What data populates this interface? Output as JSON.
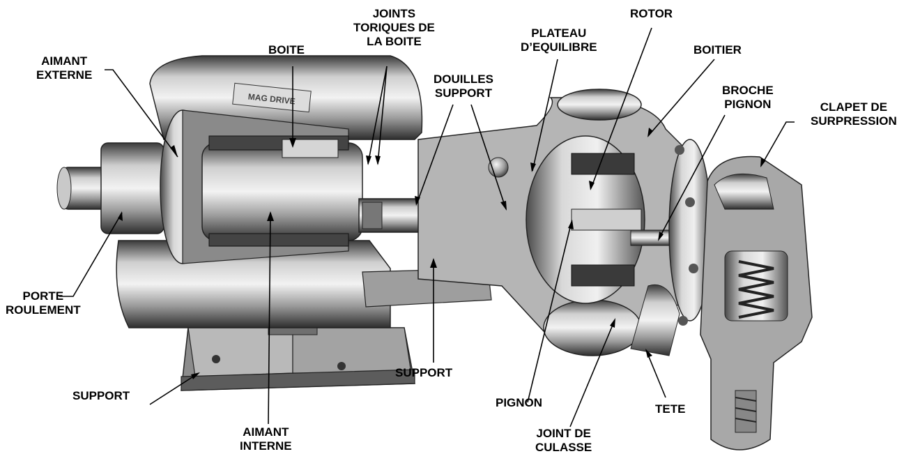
{
  "labels": {
    "aimant_externe": [
      "AIMANT",
      "EXTERNE"
    ],
    "boite": [
      "BOITE"
    ],
    "joints_toriques": [
      "JOINTS",
      "TORIQUES DE",
      "LA BOITE"
    ],
    "douilles_support": [
      "DOUILLES",
      "SUPPORT"
    ],
    "plateau": [
      "PLATEAU",
      "D’EQUILIBRE"
    ],
    "rotor": [
      "ROTOR"
    ],
    "boitier": [
      "BOITIER"
    ],
    "broche_pignon": [
      "BROCHE",
      "PIGNON"
    ],
    "clapet": [
      "CLAPET DE",
      "SURPRESSION"
    ],
    "porte_roulement": [
      "PORTE",
      "ROULEMENT"
    ],
    "support_left": [
      "SUPPORT"
    ],
    "support_center": [
      "SUPPORT"
    ],
    "aimant_interne": [
      "AIMANT",
      "INTERNE"
    ],
    "pignon": [
      "PIGNON"
    ],
    "joint_culasse": [
      "JOINT DE",
      "CULASSE"
    ],
    "tete": [
      "TETE"
    ],
    "nameplate": "MAG DRIVE"
  }
}
